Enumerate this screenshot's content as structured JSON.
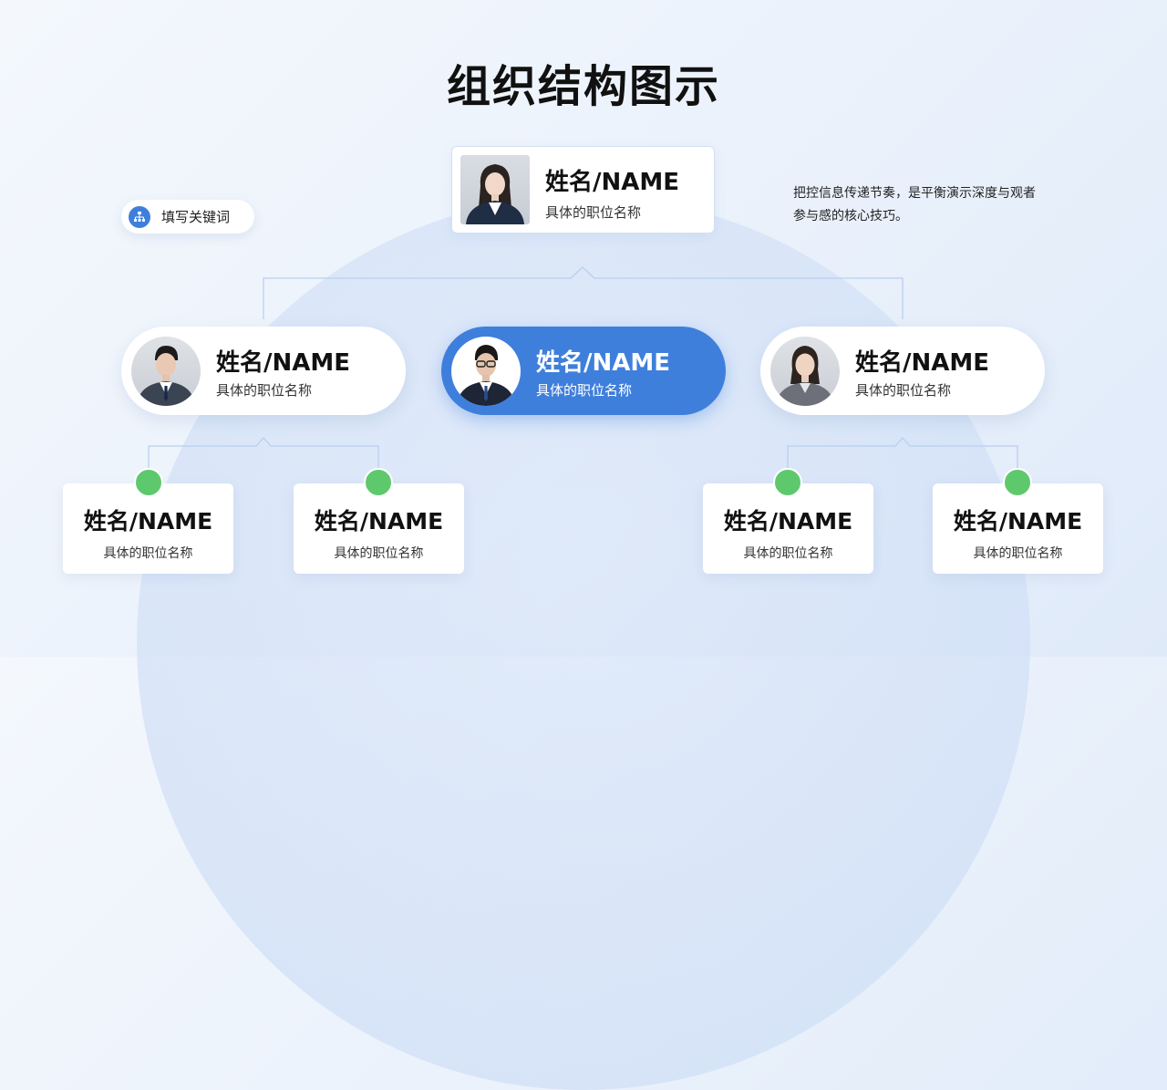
{
  "title": "组织结构图示",
  "keyword": {
    "label": "填写关键词",
    "icon": "org-chart-icon"
  },
  "description": "把控信息传递节奏，是平衡演示深度与观者参与感的核心技巧。",
  "colors": {
    "accent": "#3f7fdc",
    "leaf_dot": "#5ec96c",
    "connector": "#b9cfee"
  },
  "top": {
    "name": "姓名/NAME",
    "role": "具体的职位名称"
  },
  "middle": [
    {
      "name": "姓名/NAME",
      "role": "具体的职位名称",
      "highlight": false
    },
    {
      "name": "姓名/NAME",
      "role": "具体的职位名称",
      "highlight": true
    },
    {
      "name": "姓名/NAME",
      "role": "具体的职位名称",
      "highlight": false
    }
  ],
  "leaves": [
    {
      "name": "姓名/NAME",
      "role": "具体的职位名称"
    },
    {
      "name": "姓名/NAME",
      "role": "具体的职位名称"
    },
    {
      "name": "姓名/NAME",
      "role": "具体的职位名称"
    },
    {
      "name": "姓名/NAME",
      "role": "具体的职位名称"
    }
  ]
}
